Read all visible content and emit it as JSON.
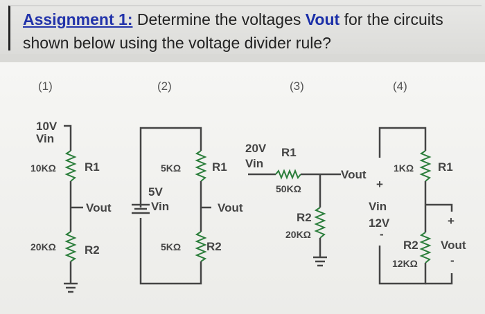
{
  "title": {
    "assignment": "Assignment 1:",
    "part1": " Determine the voltages ",
    "vout": "Vout",
    "part2": " for the circuits",
    "line2": "shown below using the voltage divider rule?"
  },
  "circuits": [
    {
      "number": "(1)",
      "source_value": "10V",
      "source_name": "Vin",
      "r1_value": "10KΩ",
      "r1_name": "R1",
      "r2_value": "20KΩ",
      "r2_name": "R2",
      "output": "Vout"
    },
    {
      "number": "(2)",
      "source_value": "5V",
      "source_name": "Vin",
      "r1_value": "5KΩ",
      "r1_name": "R1",
      "r2_value": "5KΩ",
      "r2_name": "R2",
      "output": "Vout"
    },
    {
      "number": "(3)",
      "source_value": "20V",
      "source_name": "Vin",
      "r1_name": "R1",
      "r1_value": "50KΩ",
      "r2_name": "R2",
      "r2_value": "20KΩ",
      "output": "Vout"
    },
    {
      "number": "(4)",
      "r1_value": "1KΩ",
      "r1_name": "R1",
      "source_name": "Vin",
      "source_value": "12V",
      "r2_name": "R2",
      "r2_value": "12KΩ",
      "output": "Vout",
      "plus": "+",
      "minus": "-"
    }
  ],
  "colors": {
    "accent": "#2233aa",
    "resistor": "#2a7d3a"
  }
}
